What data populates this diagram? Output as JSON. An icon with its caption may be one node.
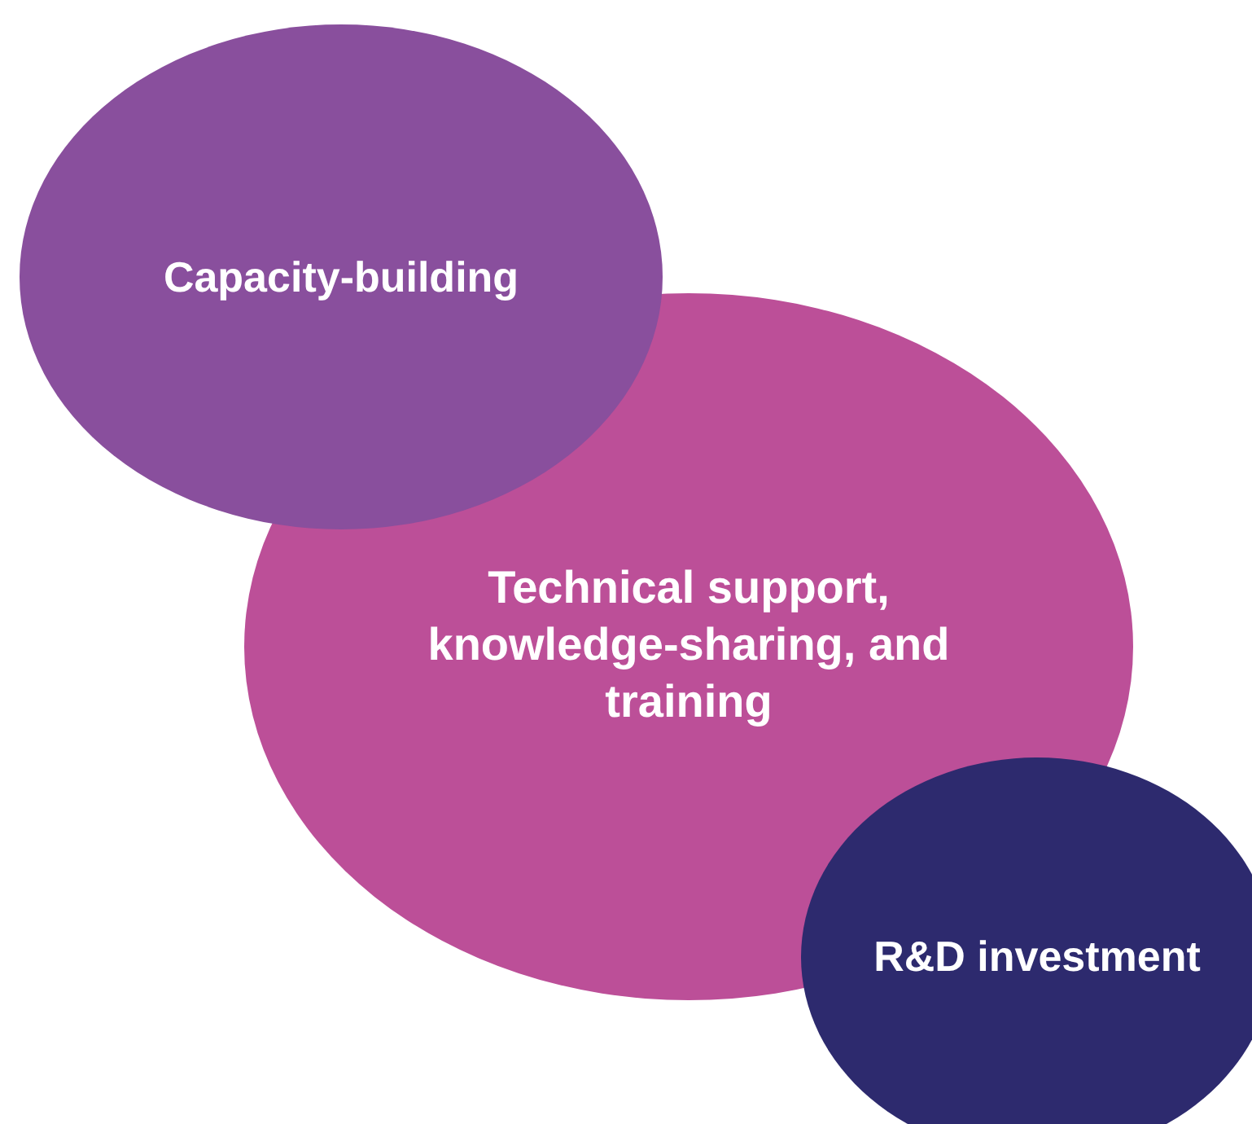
{
  "diagram": {
    "nodes": [
      {
        "text": [
          "Technical support, knowledge-sharing, and training"
        ]
      },
      {
        "text": [
          "Capacity-building"
        ]
      },
      {
        "text": [
          "R&D investment"
        ]
      }
    ]
  }
}
